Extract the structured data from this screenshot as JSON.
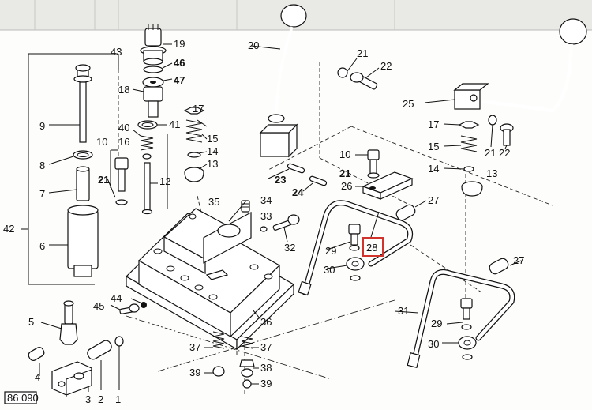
{
  "header": {
    "cols": [
      "",
      "",
      "",
      "",
      "",
      ""
    ]
  },
  "figure_code": "86 090",
  "highlighted_callout": "28",
  "callouts": [
    {
      "id": "1",
      "text": "1",
      "bold": false
    },
    {
      "id": "2",
      "text": "2",
      "bold": false
    },
    {
      "id": "3",
      "text": "3",
      "bold": false
    },
    {
      "id": "4",
      "text": "4",
      "bold": false
    },
    {
      "id": "5",
      "text": "5",
      "bold": false
    },
    {
      "id": "6",
      "text": "6",
      "bold": false
    },
    {
      "id": "7",
      "text": "7",
      "bold": false
    },
    {
      "id": "8",
      "text": "8",
      "bold": false
    },
    {
      "id": "9",
      "text": "9",
      "bold": false
    },
    {
      "id": "10a",
      "text": "10",
      "bold": false
    },
    {
      "id": "10b",
      "text": "10",
      "bold": false
    },
    {
      "id": "12",
      "text": "12",
      "bold": false
    },
    {
      "id": "13a",
      "text": "13",
      "bold": false
    },
    {
      "id": "13b",
      "text": "13",
      "bold": false
    },
    {
      "id": "14a",
      "text": "14",
      "bold": false
    },
    {
      "id": "14b",
      "text": "14",
      "bold": false
    },
    {
      "id": "15a",
      "text": "15",
      "bold": false
    },
    {
      "id": "15b",
      "text": "15",
      "bold": false
    },
    {
      "id": "16",
      "text": "16",
      "bold": false
    },
    {
      "id": "17a",
      "text": "17",
      "bold": false
    },
    {
      "id": "17b",
      "text": "17",
      "bold": false
    },
    {
      "id": "18",
      "text": "18",
      "bold": false
    },
    {
      "id": "19",
      "text": "19",
      "bold": false
    },
    {
      "id": "20",
      "text": "20",
      "bold": false
    },
    {
      "id": "21a",
      "text": "21",
      "bold": false
    },
    {
      "id": "21b",
      "text": "21",
      "bold": true
    },
    {
      "id": "21c",
      "text": "21",
      "bold": true
    },
    {
      "id": "21d",
      "text": "21",
      "bold": false
    },
    {
      "id": "22a",
      "text": "22",
      "bold": false
    },
    {
      "id": "22b",
      "text": "22",
      "bold": false
    },
    {
      "id": "23",
      "text": "23",
      "bold": true
    },
    {
      "id": "24",
      "text": "24",
      "bold": true
    },
    {
      "id": "25",
      "text": "25",
      "bold": false
    },
    {
      "id": "26",
      "text": "26",
      "bold": false
    },
    {
      "id": "27a",
      "text": "27",
      "bold": false
    },
    {
      "id": "27b",
      "text": "27",
      "bold": false
    },
    {
      "id": "28",
      "text": "28",
      "bold": false
    },
    {
      "id": "29a",
      "text": "29",
      "bold": false
    },
    {
      "id": "29b",
      "text": "29",
      "bold": false
    },
    {
      "id": "30a",
      "text": "30",
      "bold": false
    },
    {
      "id": "30b",
      "text": "30",
      "bold": false
    },
    {
      "id": "31",
      "text": "31",
      "bold": false
    },
    {
      "id": "32",
      "text": "32",
      "bold": false
    },
    {
      "id": "33",
      "text": "33",
      "bold": false
    },
    {
      "id": "34",
      "text": "34",
      "bold": false
    },
    {
      "id": "35",
      "text": "35",
      "bold": false
    },
    {
      "id": "36",
      "text": "36",
      "bold": false
    },
    {
      "id": "37a",
      "text": "37",
      "bold": false
    },
    {
      "id": "37b",
      "text": "37",
      "bold": false
    },
    {
      "id": "38",
      "text": "38",
      "bold": false
    },
    {
      "id": "39a",
      "text": "39",
      "bold": false
    },
    {
      "id": "39b",
      "text": "39",
      "bold": false
    },
    {
      "id": "40",
      "text": "40",
      "bold": false
    },
    {
      "id": "41",
      "text": "41",
      "bold": false
    },
    {
      "id": "42",
      "text": "42",
      "bold": false
    },
    {
      "id": "43",
      "text": "43",
      "bold": false
    },
    {
      "id": "44",
      "text": "44",
      "bold": false
    },
    {
      "id": "45",
      "text": "45",
      "bold": false
    },
    {
      "id": "46",
      "text": "46",
      "bold": true
    },
    {
      "id": "47",
      "text": "47",
      "bold": true
    }
  ]
}
